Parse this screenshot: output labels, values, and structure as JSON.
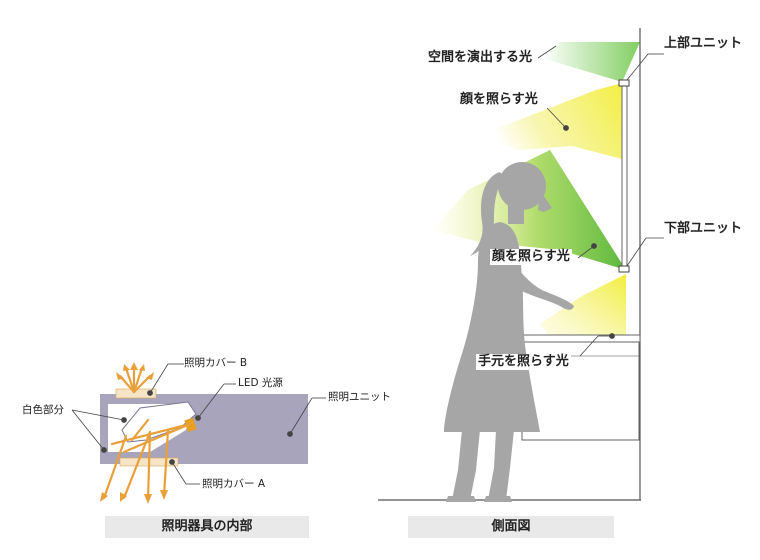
{
  "side_view": {
    "label_space_light": "空間を演出する光",
    "label_upper_unit": "上部ユニット",
    "label_face_light_upper": "顔を照らす光",
    "label_lower_unit": "下部ユニット",
    "label_face_light_lower": "顔を照らす光",
    "label_hand_light": "手元を照らす光",
    "caption": "側面図"
  },
  "internal_view": {
    "label_cover_b": "照明カバー B",
    "label_led_source": "LED 光源",
    "label_white_part": "白色部分",
    "label_lighting_unit": "照明ユニット",
    "label_cover_a": "照明カバー A",
    "caption": "照明器具の内部"
  },
  "colors": {
    "light_yellow": "#f2ee3c",
    "light_green": "#6cc04a",
    "silhouette": "#a6a6a6",
    "unit_body": "#a7a4bb",
    "arrow_orange": "#e9a03a",
    "led": "#e8a020",
    "caption_bg": "#e9e9e9"
  }
}
